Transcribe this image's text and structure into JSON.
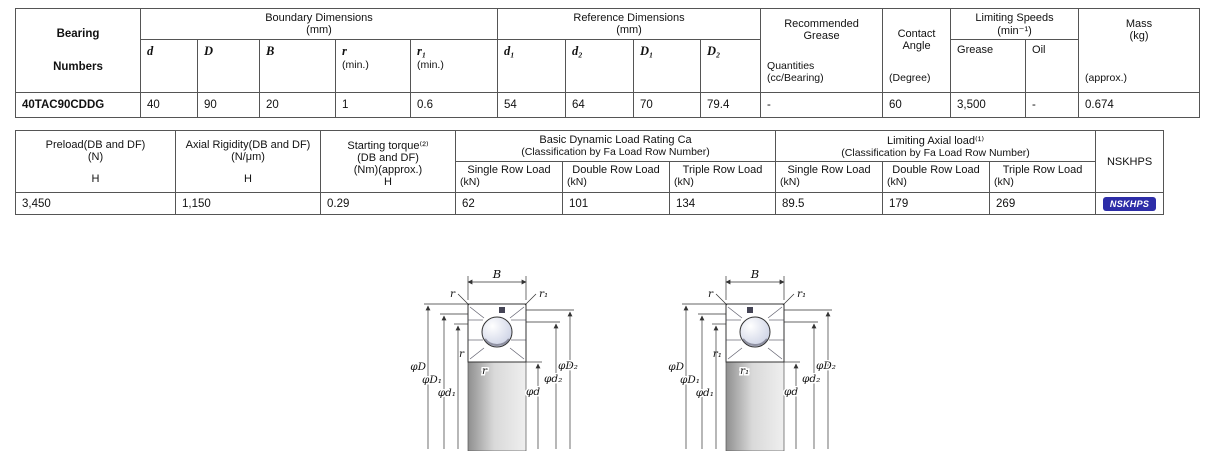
{
  "table1": {
    "header": {
      "bearing_1": "Bearing",
      "bearing_2": "Numbers",
      "boundary_title": "Boundary Dimensions",
      "boundary_unit": "(mm)",
      "reference_title": "Reference Dimensions",
      "reference_unit": "(mm)",
      "grease_1": "Recommended",
      "grease_2": "Grease",
      "grease_3": "Quantities",
      "grease_4": "(cc/Bearing)",
      "contact_1": "Contact",
      "contact_2": "Angle",
      "contact_3": "(Degree)",
      "speeds_title": "Limiting Speeds",
      "speeds_unit": "(min⁻¹)",
      "mass_1": "Mass",
      "mass_2": "(kg)",
      "mass_3": "(approx.)"
    },
    "sub": {
      "d": "d",
      "D": "D",
      "B": "B",
      "r": "r",
      "r_min": "(min.)",
      "r1": "r₁",
      "r1_min": "(min.)",
      "d1": "d₁",
      "d2": "d₂",
      "D1": "D₁",
      "D2": "D₂",
      "grease": "Grease",
      "oil": "Oil"
    },
    "row": {
      "bearing": "40TAC90CDDG",
      "d": "40",
      "D": "90",
      "B": "20",
      "r": "1",
      "r1": "0.6",
      "d1": "54",
      "d2": "64",
      "D1": "70",
      "D2": "79.4",
      "grease_qty": "-",
      "contact_angle": "60",
      "speed_grease": "3,500",
      "speed_oil": "-",
      "mass": "0.674"
    }
  },
  "table2": {
    "preload_1": "Preload(DB and DF)",
    "preload_2": "(N)",
    "preload_h": "H",
    "rigidity_1": "Axial Rigidity(DB and DF)",
    "rigidity_2": "(N/μm)",
    "rigidity_h": "H",
    "torque_1": "Starting torque⁽²⁾",
    "torque_2": "(DB and DF)",
    "torque_3": "(Nm)(approx.)",
    "torque_h": "H",
    "dynamic_title": "Basic Dynamic Load Rating Ca",
    "dynamic_sub": "(Classification by Fa Load Row Number)",
    "axial_title": "Limiting Axial load⁽¹⁾",
    "axial_sub": "(Classification by Fa Load Row Number)",
    "col_single": "Single Row Load",
    "col_double": "Double Row Load",
    "col_triple": "Triple Row Load",
    "kn": "(kN)",
    "nskhps_header": "NSKHPS",
    "badge_color": "#2d2da8",
    "row": {
      "preload": "3,450",
      "rigidity": "1,150",
      "torque": "0.29",
      "dyn_single": "62",
      "dyn_double": "101",
      "dyn_triple": "134",
      "ax_single": "89.5",
      "ax_double": "179",
      "ax_triple": "269",
      "badge": "NSKHPS"
    }
  },
  "colors": {
    "section_fill": "#dce0f2",
    "border": "#555555"
  },
  "diagrams": {
    "d1": {
      "B": "B",
      "r_tl": "r",
      "r1_tr": "r₁",
      "r_left": "r",
      "r_inner": "r",
      "phiD": "φD",
      "phiD1": "φD₁",
      "phid1": "φd₁",
      "phid2": "φd₂",
      "phiD2": "φD₂",
      "phid": "φd"
    },
    "d2": {
      "B": "B",
      "r_tl": "r",
      "r1_tr": "r₁",
      "r_left": "r₁",
      "r_inner": "r₁",
      "phiD": "φD",
      "phiD1": "φD₁",
      "phid1": "φd₁",
      "phid2": "φd₂",
      "phiD2": "φD₂",
      "phid": "φd"
    }
  }
}
